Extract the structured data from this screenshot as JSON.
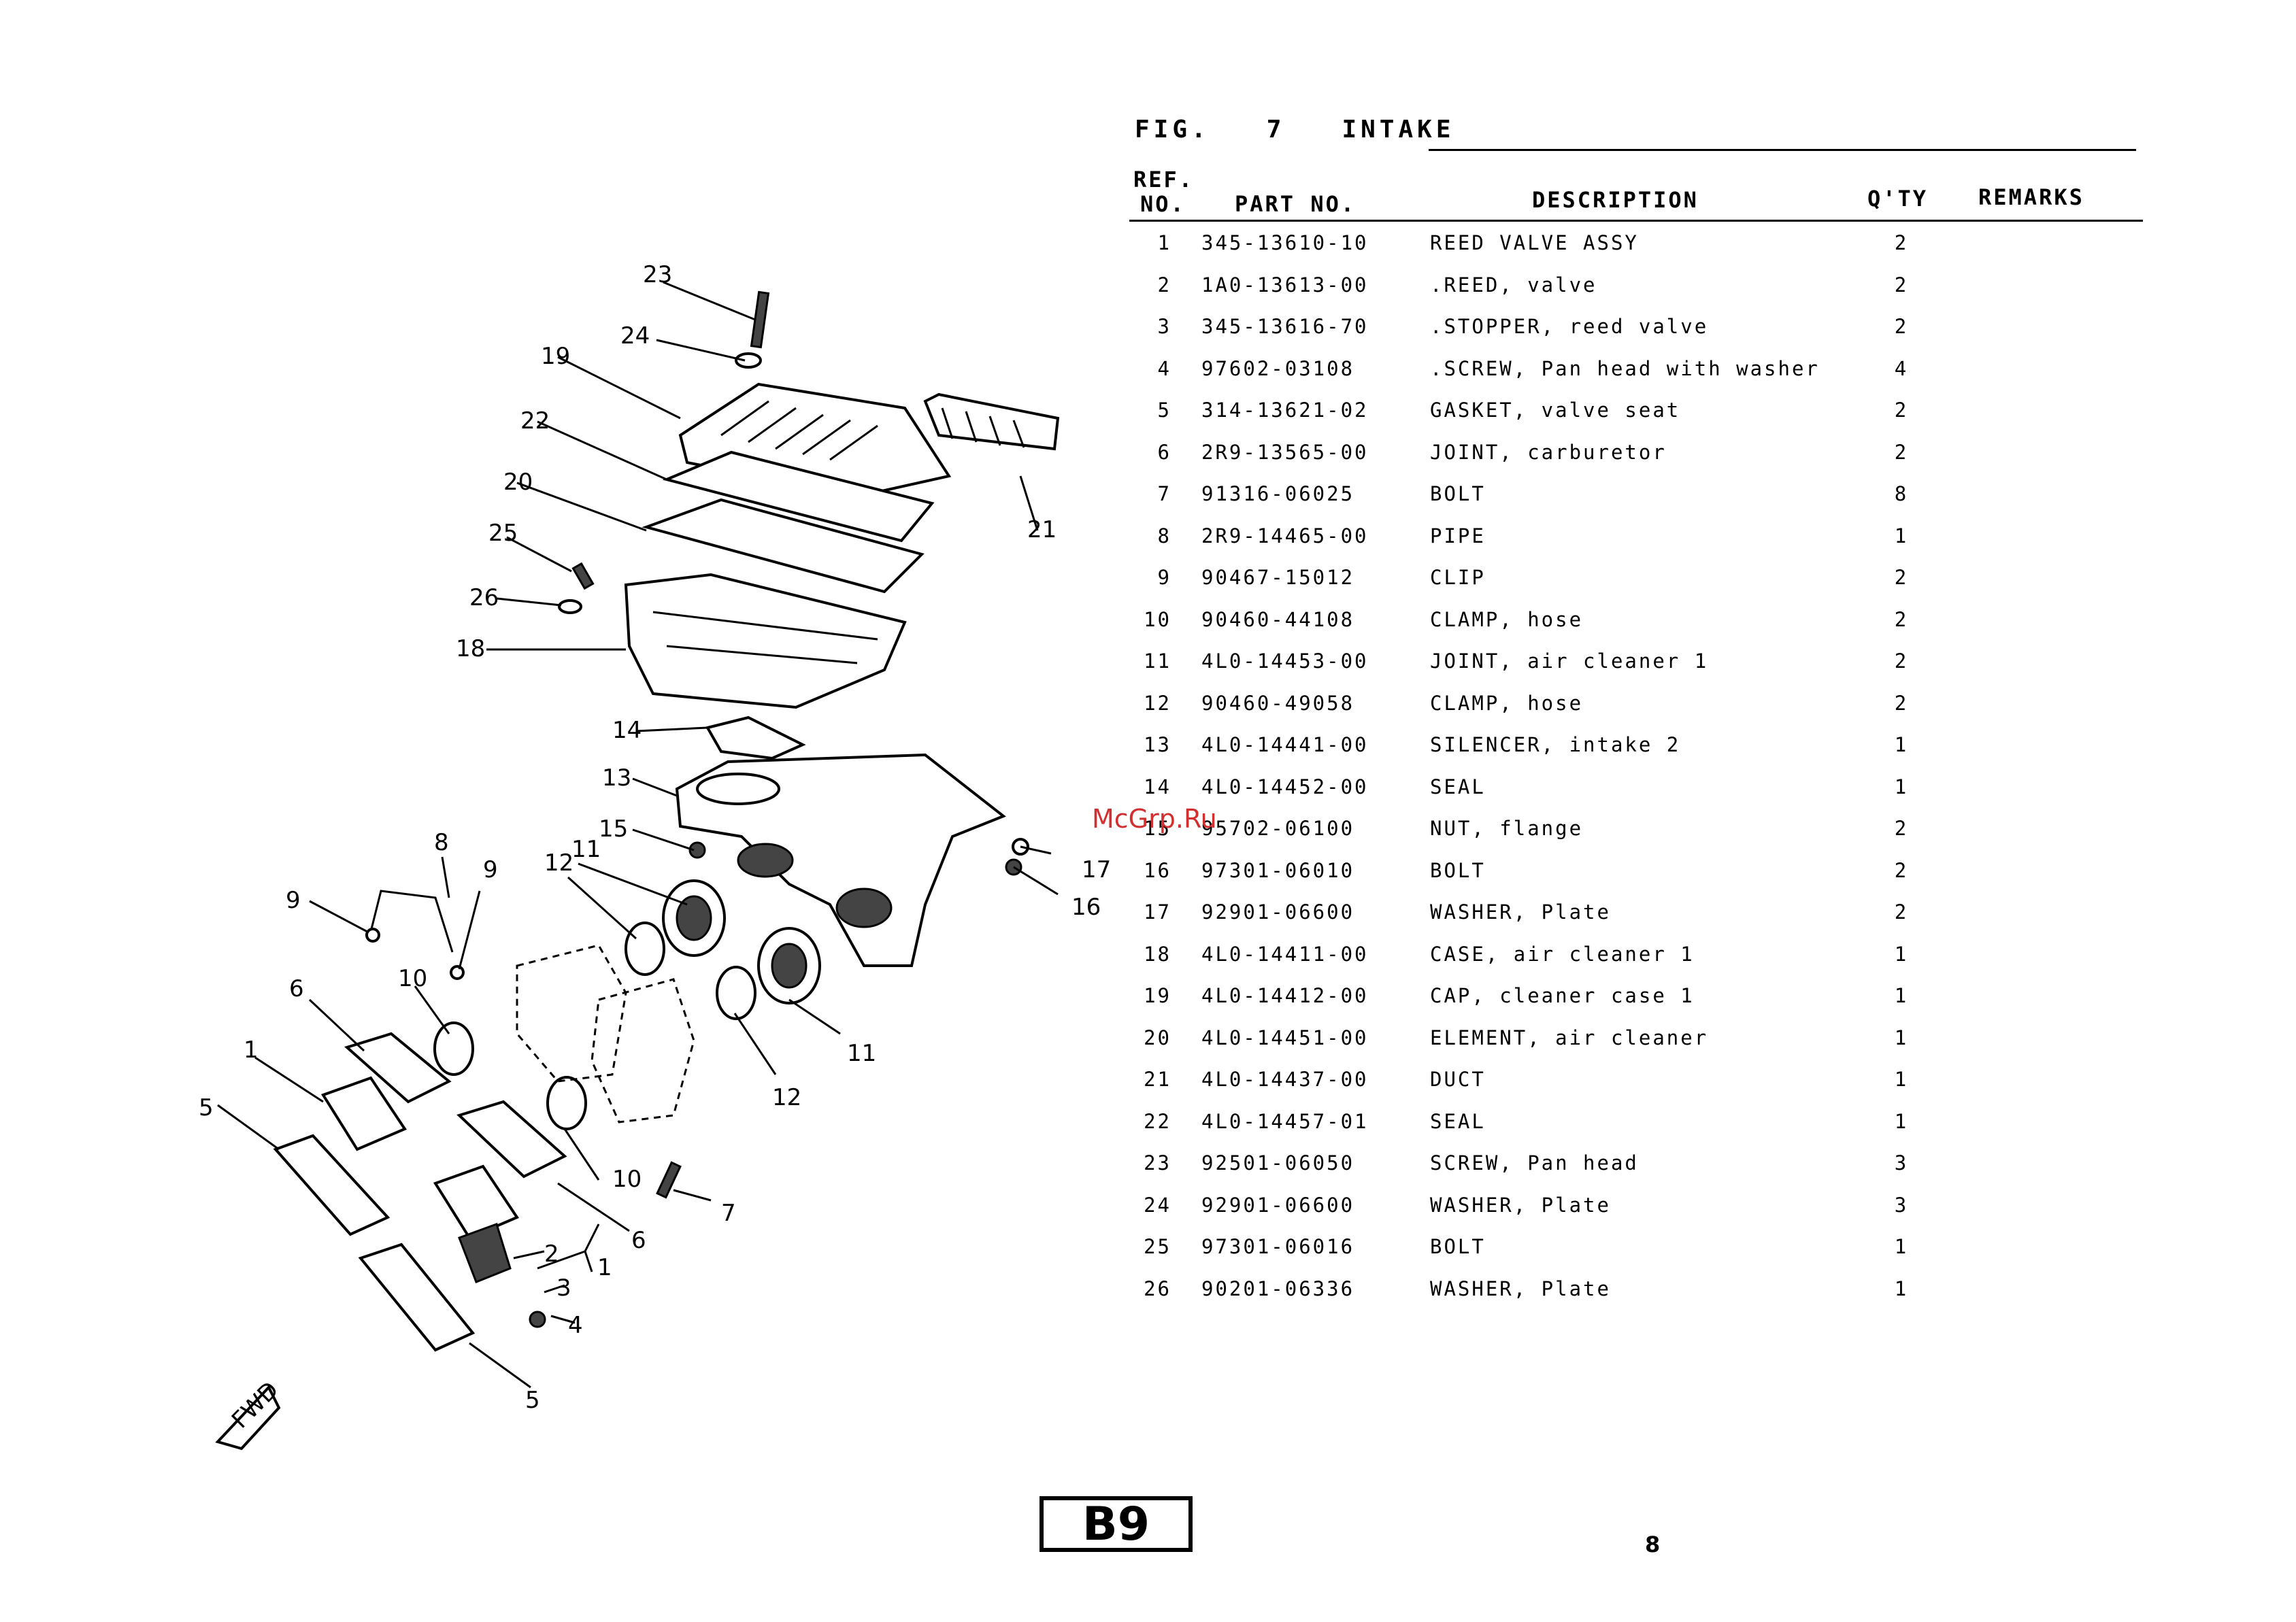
{
  "header": {
    "figure_label": "FIG.",
    "figure_number": "7",
    "figure_title": "INTAKE"
  },
  "columns": {
    "ref_line1": "REF.",
    "ref_line2": "NO.",
    "part_no": "PART NO.",
    "description": "DESCRIPTION",
    "qty": "Q'TY",
    "remarks": "REMARKS"
  },
  "parts": [
    {
      "ref": "1",
      "part_no": "345-13610-10",
      "description": "REED VALVE ASSY",
      "qty": "2",
      "remarks": ""
    },
    {
      "ref": "2",
      "part_no": "1A0-13613-00",
      "description": ".REED, valve",
      "qty": "2",
      "remarks": ""
    },
    {
      "ref": "3",
      "part_no": "345-13616-70",
      "description": ".STOPPER, reed valve",
      "qty": "2",
      "remarks": ""
    },
    {
      "ref": "4",
      "part_no": "97602-03108",
      "description": ".SCREW, Pan head with washer",
      "qty": "4",
      "remarks": ""
    },
    {
      "ref": "5",
      "part_no": "314-13621-02",
      "description": "GASKET, valve seat",
      "qty": "2",
      "remarks": ""
    },
    {
      "ref": "6",
      "part_no": "2R9-13565-00",
      "description": "JOINT, carburetor",
      "qty": "2",
      "remarks": ""
    },
    {
      "ref": "7",
      "part_no": "91316-06025",
      "description": "BOLT",
      "qty": "8",
      "remarks": ""
    },
    {
      "ref": "8",
      "part_no": "2R9-14465-00",
      "description": "PIPE",
      "qty": "1",
      "remarks": ""
    },
    {
      "ref": "9",
      "part_no": "90467-15012",
      "description": "CLIP",
      "qty": "2",
      "remarks": ""
    },
    {
      "ref": "10",
      "part_no": "90460-44108",
      "description": "CLAMP, hose",
      "qty": "2",
      "remarks": ""
    },
    {
      "ref": "11",
      "part_no": "4L0-14453-00",
      "description": "JOINT, air cleaner 1",
      "qty": "2",
      "remarks": ""
    },
    {
      "ref": "12",
      "part_no": "90460-49058",
      "description": "CLAMP, hose",
      "qty": "2",
      "remarks": ""
    },
    {
      "ref": "13",
      "part_no": "4L0-14441-00",
      "description": "SILENCER, intake 2",
      "qty": "1",
      "remarks": ""
    },
    {
      "ref": "14",
      "part_no": "4L0-14452-00",
      "description": "SEAL",
      "qty": "1",
      "remarks": ""
    },
    {
      "ref": "15",
      "part_no": "95702-06100",
      "description": "NUT, flange",
      "qty": "2",
      "remarks": ""
    },
    {
      "ref": "16",
      "part_no": "97301-06010",
      "description": "BOLT",
      "qty": "2",
      "remarks": ""
    },
    {
      "ref": "17",
      "part_no": "92901-06600",
      "description": "WASHER, Plate",
      "qty": "2",
      "remarks": ""
    },
    {
      "ref": "18",
      "part_no": "4L0-14411-00",
      "description": "CASE, air cleaner 1",
      "qty": "1",
      "remarks": ""
    },
    {
      "ref": "19",
      "part_no": "4L0-14412-00",
      "description": "CAP, cleaner case 1",
      "qty": "1",
      "remarks": ""
    },
    {
      "ref": "20",
      "part_no": "4L0-14451-00",
      "description": "ELEMENT, air cleaner",
      "qty": "1",
      "remarks": ""
    },
    {
      "ref": "21",
      "part_no": "4L0-14437-00",
      "description": "DUCT",
      "qty": "1",
      "remarks": ""
    },
    {
      "ref": "22",
      "part_no": "4L0-14457-01",
      "description": "SEAL",
      "qty": "1",
      "remarks": ""
    },
    {
      "ref": "23",
      "part_no": "92501-06050",
      "description": "SCREW, Pan head",
      "qty": "3",
      "remarks": ""
    },
    {
      "ref": "24",
      "part_no": "92901-06600",
      "description": "WASHER, Plate",
      "qty": "3",
      "remarks": ""
    },
    {
      "ref": "25",
      "part_no": "97301-06016",
      "description": "BOLT",
      "qty": "1",
      "remarks": ""
    },
    {
      "ref": "26",
      "part_no": "90201-06336",
      "description": "WASHER, Plate",
      "qty": "1",
      "remarks": ""
    }
  ],
  "diagram": {
    "callouts": [
      "1",
      "1",
      "2",
      "3",
      "4",
      "5",
      "5",
      "6",
      "6",
      "7",
      "8",
      "9",
      "9",
      "10",
      "10",
      "11",
      "11",
      "12",
      "12",
      "13",
      "14",
      "15",
      "16",
      "17",
      "18",
      "19",
      "20",
      "21",
      "22",
      "23",
      "24",
      "25",
      "26"
    ],
    "fwd_label": "FWD"
  },
  "watermark": "McGrp.Ru",
  "footer": {
    "section": "B9",
    "page": "8"
  }
}
